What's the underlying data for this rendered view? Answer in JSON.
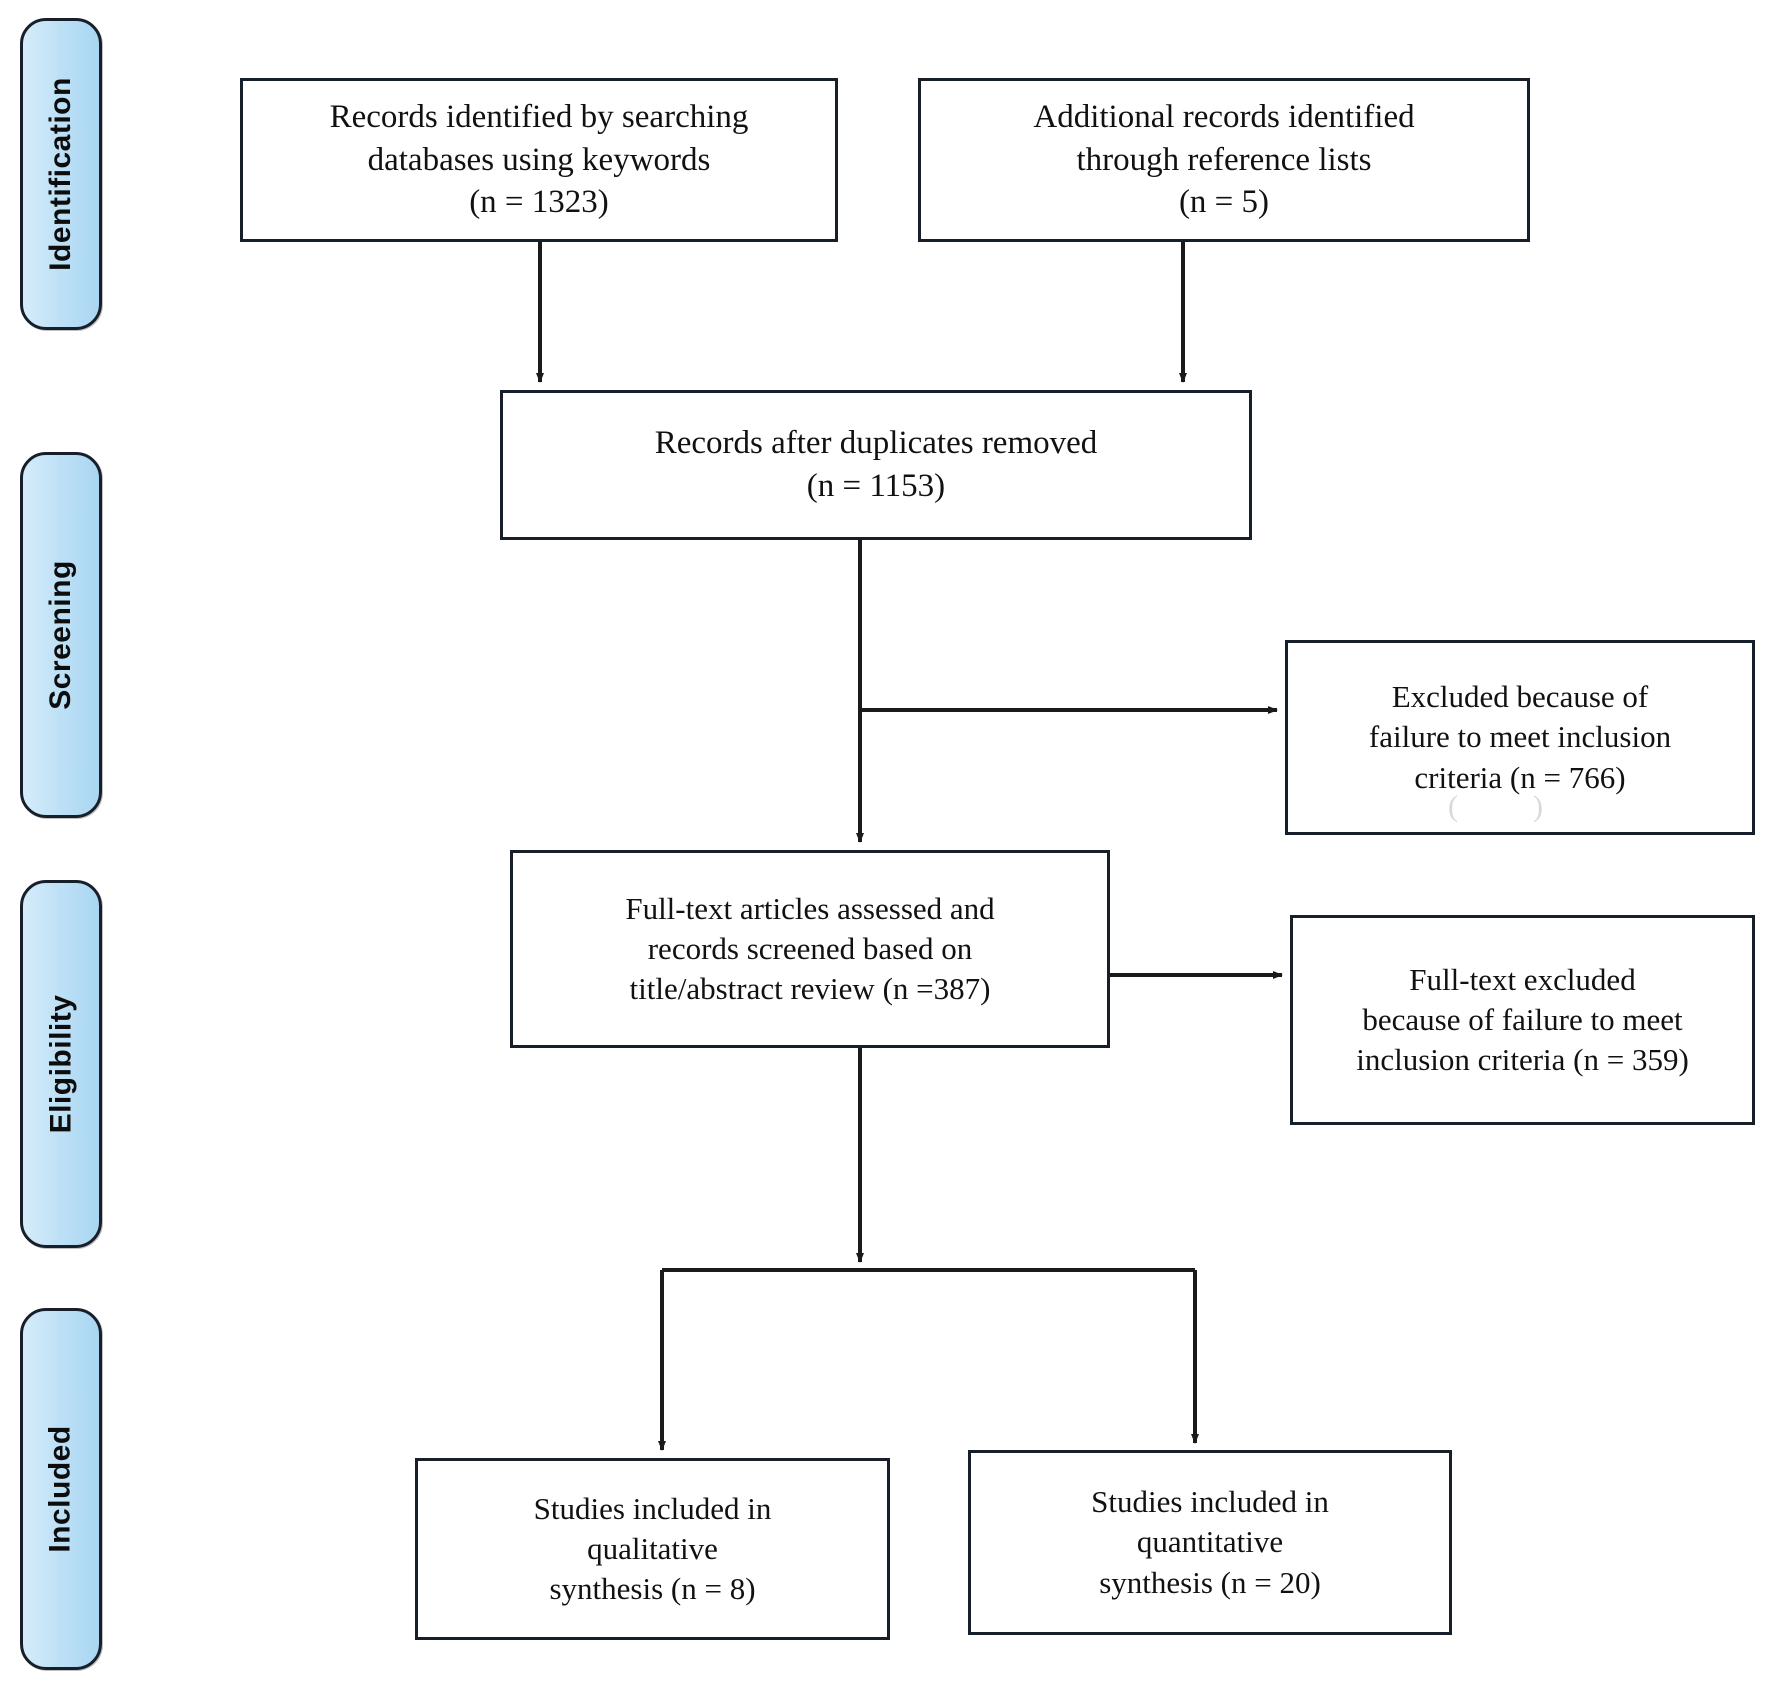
{
  "diagram": {
    "type": "prisma-flow-diagram",
    "title": "PRISMA study selection flow diagram",
    "colors": {
      "stage_fill": "#bfe1f6",
      "stage_border": "#17202a",
      "box_border": "#17202a",
      "box_fill": "#ffffff",
      "connector": "#1a1a1a",
      "text": "#111111"
    }
  },
  "stages": [
    {
      "id": "identification",
      "label": "Identification"
    },
    {
      "id": "screening",
      "label": "Screening"
    },
    {
      "id": "eligibility",
      "label": "Eligibility"
    },
    {
      "id": "included",
      "label": "Included"
    }
  ],
  "boxes": {
    "records_databases": {
      "text": "Records identified by searching\ndatabases using keywords\n(n = 1323)",
      "n": 1323
    },
    "records_references": {
      "text": "Additional records identified\nthrough reference lists\n(n = 5)",
      "n": 5
    },
    "duplicates_removed": {
      "text": "Records after duplicates removed\n(n = 1153)",
      "n": 1153
    },
    "excluded_screening": {
      "text": "Excluded because of\nfailure to meet inclusion\ncriteria (n = 766)",
      "n": 766
    },
    "fulltext_assessed": {
      "text": "Full-text articles assessed and\nrecords screened based on\ntitle/abstract review (n =387)",
      "n": 387
    },
    "fulltext_excluded": {
      "text": "Full-text excluded\nbecause of failure to meet\ninclusion criteria (n = 359)",
      "n": 359
    },
    "qualitative": {
      "text": "Studies included in\nqualitative\nsynthesis (n = 8)",
      "n": 8
    },
    "quantitative": {
      "text": "Studies included in\nquantitative\nsynthesis (n = 20)",
      "n": 20
    }
  },
  "artifacts": {
    "excluded_ghost": "(          )"
  }
}
